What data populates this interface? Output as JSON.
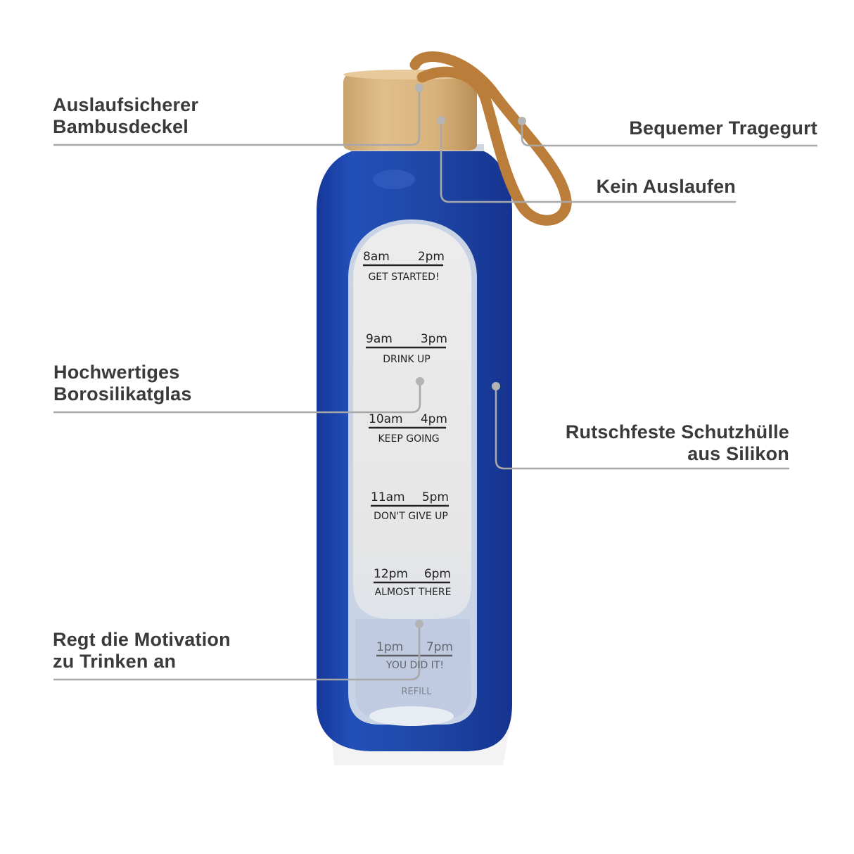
{
  "infographic": {
    "subject": "Glass water bottle with blue silicone sleeve and bamboo lid",
    "colors": {
      "sleeve_blue": "#1f47a8",
      "label_gray": "#3a3a3a",
      "callout_line": "#a8a8a8",
      "bamboo": "#d9b27c",
      "strap": "#c98a43",
      "panel_white": "#ebebeb"
    },
    "callouts": [
      {
        "id": "lid",
        "lines": [
          "Auslaufsicherer",
          "Bambusdeckel"
        ]
      },
      {
        "id": "strap",
        "lines": [
          "Bequemer Tragegurt"
        ]
      },
      {
        "id": "no-leak",
        "lines": [
          "Kein Auslaufen"
        ]
      },
      {
        "id": "glass",
        "lines": [
          "Hochwertiges",
          "Borosilikatglas"
        ]
      },
      {
        "id": "sleeve",
        "lines": [
          "Rutschfeste Schutzhülle",
          "aus Silikon"
        ]
      },
      {
        "id": "motivation",
        "lines": [
          "Regt die Motivation",
          "zu Trinken an"
        ]
      }
    ],
    "time_markers": [
      {
        "left": "8am",
        "right": "2pm",
        "caption": "GET STARTED!"
      },
      {
        "left": "9am",
        "right": "3pm",
        "caption": "DRINK UP"
      },
      {
        "left": "10am",
        "right": "4pm",
        "caption": "KEEP GOING"
      },
      {
        "left": "11am",
        "right": "5pm",
        "caption": "DON'T GIVE UP"
      },
      {
        "left": "12pm",
        "right": "6pm",
        "caption": "ALMOST THERE"
      },
      {
        "left": "1pm",
        "right": "7pm",
        "caption": "YOU DID IT!"
      }
    ],
    "refill_label": "REFILL"
  }
}
